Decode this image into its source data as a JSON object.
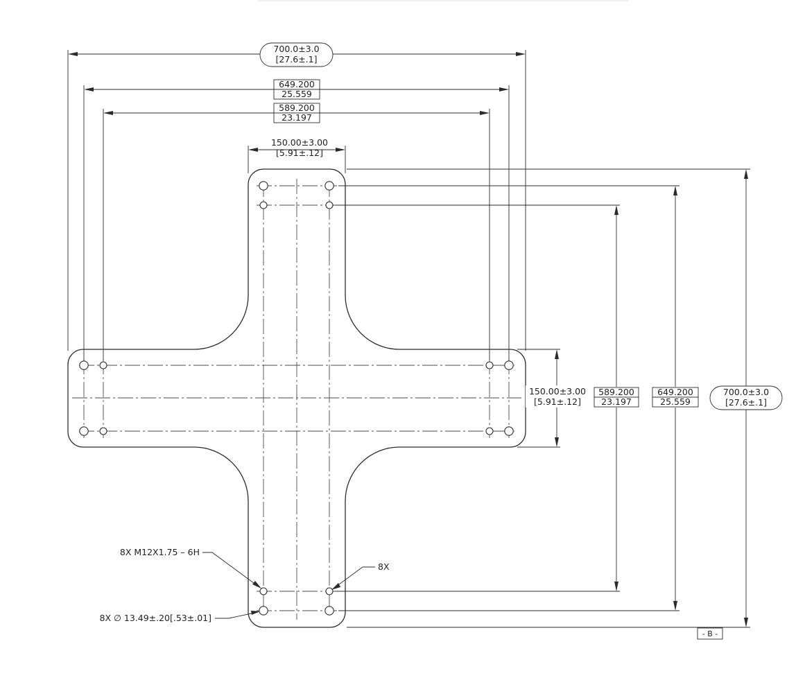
{
  "colors": {
    "line": "#2b2b2b",
    "background": "#ffffff"
  },
  "dimensions": {
    "overall_width": {
      "mm": "700.0±3.0",
      "inch": "[27.6±.1]"
    },
    "outer_pattern_width": {
      "mm": "649.200",
      "inch": "25.559"
    },
    "inner_pattern_width": {
      "mm": "589.200",
      "inch": "23.197"
    },
    "arm_width_top": {
      "mm": "150.00±3.00",
      "inch": "[5.91±.12]"
    },
    "arm_width_right": {
      "mm": "150.00±3.00",
      "inch": "[5.91±.12]"
    },
    "inner_pattern_height": {
      "mm": "589.200",
      "inch": "23.197"
    },
    "outer_pattern_height": {
      "mm": "649.200",
      "inch": "25.559"
    },
    "overall_height": {
      "mm": "700.0±3.0",
      "inch": "[27.6±.1]"
    }
  },
  "callouts": {
    "thread": "8X  M12X1.75 – 6H",
    "count": "8X",
    "clearance": "8X  ∅  13.49±.20[.53±.01]"
  },
  "datum": "- B -"
}
